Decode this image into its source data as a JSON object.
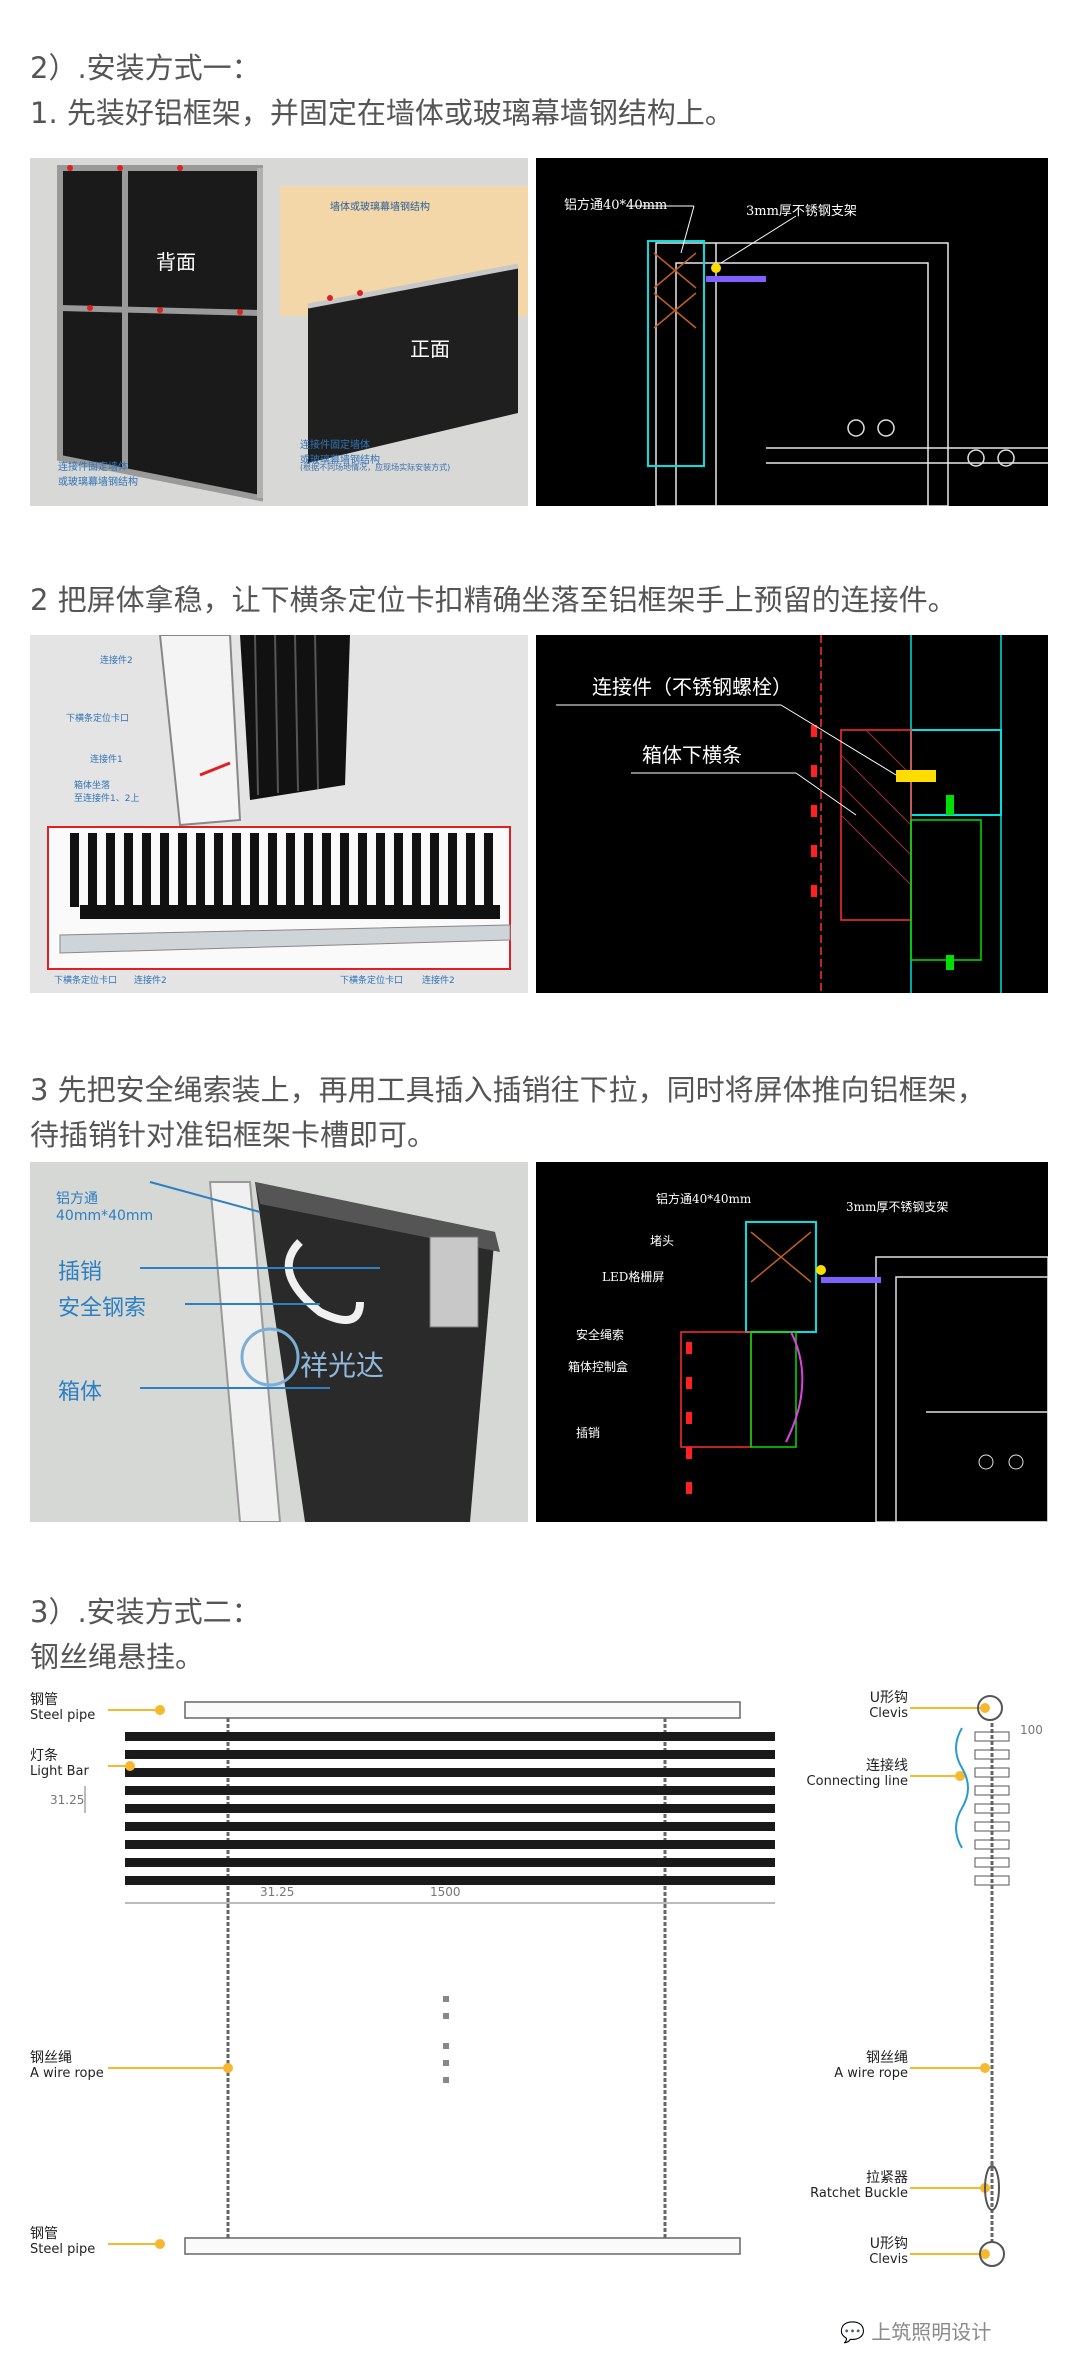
{
  "section1": {
    "heading": "2）.安装方式一：",
    "step": "1. 先装好铝框架，并固定在墙体或玻璃幕墙钢结构上。",
    "photo_left": {
      "back_label": "背面",
      "front_label": "正面",
      "wall_label": "墙体或玻璃幕墙钢结构",
      "connector_label_left": "连接件固定墙体\n或玻璃幕墙钢结构",
      "connector_label_right": "连接件固定墙体\n或玻璃幕墙钢结构",
      "note": "(根据不同场地情况，应现场实际安装方式)"
    },
    "cad": {
      "label_tube": "铝方通40*40mm",
      "label_bracket": "3mm厚不锈钢支架"
    }
  },
  "section2": {
    "step": "2 把屏体拿稳，让下横条定位卡扣精确坐落至铝框架手上预留的连接件。",
    "photo": {
      "l1": "连接件2",
      "l2": "下横条定位卡口",
      "l3": "连接件1",
      "l4": "箱体坐落\n至连接件1、2上",
      "b1": "下横条定位卡口",
      "b2": "连接件2",
      "b3": "下横条定位卡口",
      "b4": "连接件2"
    },
    "cad": {
      "label_bolt": "连接件（不锈钢螺栓）",
      "label_bar": "箱体下横条"
    }
  },
  "section3": {
    "step_line1": "3 先把安全绳索装上，再用工具插入插销往下拉，同时将屏体推向铝框架，",
    "step_line2": "待插销针对准铝框架卡槽即可。",
    "photo": {
      "tube": "铝方通\n40mm*40mm",
      "pin": "插销",
      "rope": "安全钢索",
      "box": "箱体",
      "watermark": "祥光达"
    },
    "cad": {
      "tube": "铝方通40*40mm",
      "bracket": "3mm厚不锈钢支架",
      "head": "堵头",
      "led": "LED格栅屏",
      "rope": "安全绳索",
      "ctrl": "箱体控制盒",
      "pin": "插销"
    }
  },
  "section4": {
    "heading": "3）.安装方式二：",
    "step": "钢丝绳悬挂。",
    "diagram": {
      "steel_pipe_cn": "钢管",
      "steel_pipe_en": "Steel pipe",
      "light_bar_cn": "灯条",
      "light_bar_en": "Light Bar",
      "dim_pitch_v": "31.25",
      "dim_pitch_h": "31.25",
      "dim_width": "1500",
      "wire_rope_cn": "钢丝绳",
      "wire_rope_en": "A wire rope",
      "steel_pipe2_cn": "钢管",
      "steel_pipe2_en": "Steel pipe",
      "clevis_cn": "U形钩",
      "clevis_en": "Clevis",
      "conn_cn": "连接线",
      "conn_en": "Connecting line",
      "side_dim": "100",
      "rope_r_cn": "钢丝绳",
      "rope_r_en": "A wire rope",
      "buckle_cn": "拉紧器",
      "buckle_en": "Ratchet Buckle",
      "clevis2_cn": "U形钩",
      "clevis2_en": "Clevis"
    }
  },
  "footer": {
    "brand": "上筑照明设计"
  },
  "colors": {
    "cad_bg": "#000000",
    "cad_cyan": "#00e0e0",
    "cad_red": "#ff2020",
    "accent_blue": "#2c7fc1",
    "callout_yellow": "#f5b82e"
  }
}
